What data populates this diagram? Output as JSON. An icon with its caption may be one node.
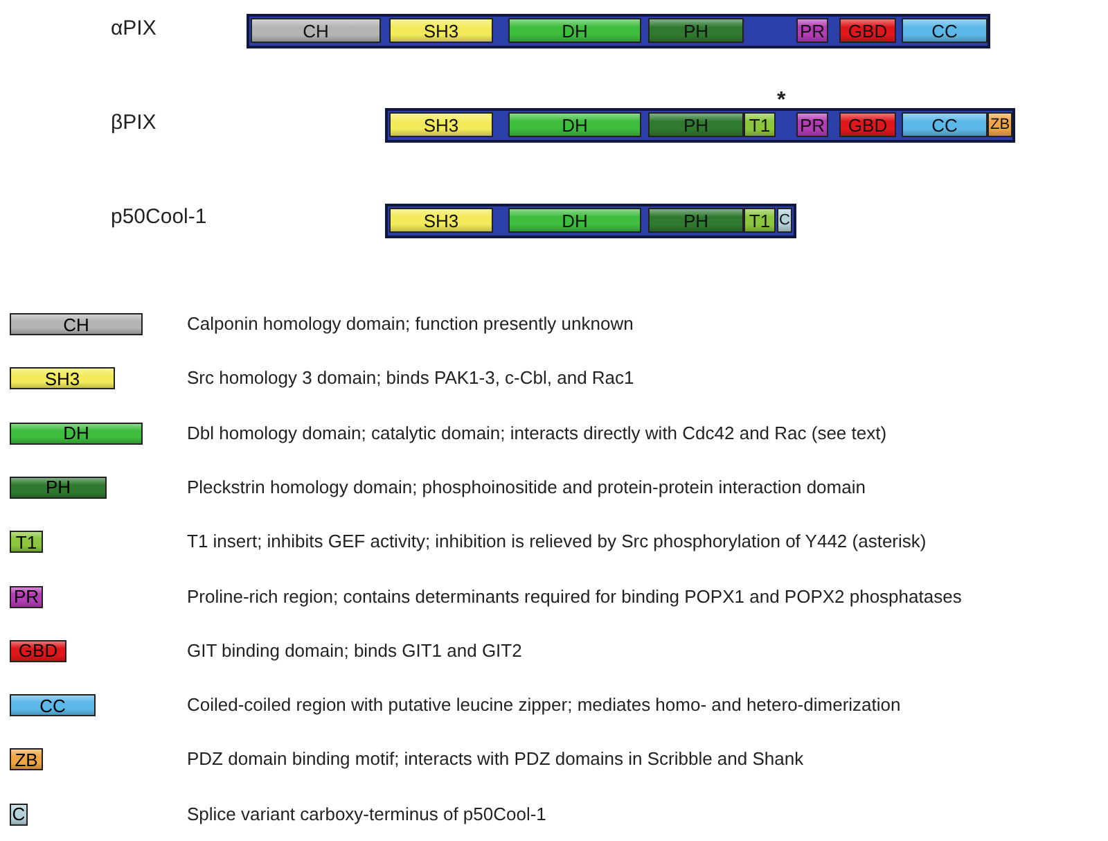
{
  "diagram": {
    "nodes": [
      {
        "text": [],
        "shape": "bar"
      },
      {
        "text": [
          "CH"
        ],
        "in": 0
      },
      {
        "text": [
          "SH3"
        ],
        "in": 0
      },
      {
        "text": [
          "DH"
        ],
        "in": 0
      },
      {
        "text": [
          "PH"
        ],
        "in": 0
      },
      {
        "text": [
          "PR"
        ],
        "in": 0
      },
      {
        "text": [
          "GBD"
        ],
        "in": 0
      },
      {
        "text": [
          "CC"
        ],
        "in": 0
      },
      {
        "text": [],
        "shape": "bar"
      },
      {
        "text": [
          "SH3"
        ],
        "in": 8
      },
      {
        "text": [
          "DH"
        ],
        "in": 8
      },
      {
        "text": [
          "PH"
        ],
        "in": 8
      },
      {
        "text": [
          "T1"
        ],
        "in": 8
      },
      {
        "text": [
          "PR"
        ],
        "in": 8
      },
      {
        "text": [
          "GBD"
        ],
        "in": 8
      },
      {
        "text": [
          "CC"
        ],
        "in": 8
      },
      {
        "text": [
          "ZB"
        ],
        "in": 8
      },
      {
        "text": [],
        "shape": "bar"
      },
      {
        "text": [
          "SH3"
        ],
        "in": 17
      },
      {
        "text": [
          "DH"
        ],
        "in": 17
      },
      {
        "text": [
          "PH"
        ],
        "in": 17
      },
      {
        "text": [
          "T1"
        ],
        "in": 17
      },
      {
        "text": [
          "C"
        ],
        "in": 17
      }
    ],
    "edges": [],
    "labels": [
      "αPIX",
      "*",
      "βPIX",
      "p50Cool-1",
      "CH",
      "SH3",
      "DH",
      "PH",
      "T1",
      "PR",
      "GBD",
      "CC",
      "ZB",
      "C"
    ],
    "legend": [
      {
        "text": "Calponin homology domain; function presently unknown",
        "color": "#b4b4b4"
      },
      {
        "text": "Src homology 3 domain; binds PAK1-3, c-Cbl, and Rac1",
        "color": "#f2ea5a"
      },
      {
        "text": "Dbl homology domain; catalytic domain; interacts directly with Cdc42 and Rac (see text)",
        "color": "#3ebd3e"
      },
      {
        "text": "Pleckstrin homology domain; phosphoinositide and protein-protein interaction domain",
        "color": "#2f7a30"
      },
      {
        "text": "T1 insert; inhibits GEF activity; inhibition is relieved by Src phosphorylation of Y442 (asterisk)",
        "color": "#8cc63f"
      },
      {
        "text": "Proline-rich region; contains determinants required for binding POPX1 and POPX2 phosphatases",
        "color": "#b23db4"
      },
      {
        "text": "GIT binding domain; binds GIT1 and GIT2",
        "color": "#e0181c"
      },
      {
        "text": "Coiled-coiled region with putative leucine zipper; mediates homo- and hetero-dimerization",
        "color": "#5cb8e8"
      },
      {
        "text": "PDZ domain binding motif; interacts with PDZ domains in Scribble and Shank",
        "color": "#eea546"
      },
      {
        "text": "Splice variant carboxy-terminus of p50Cool-1",
        "color": "#b4d2d8"
      }
    ]
  }
}
